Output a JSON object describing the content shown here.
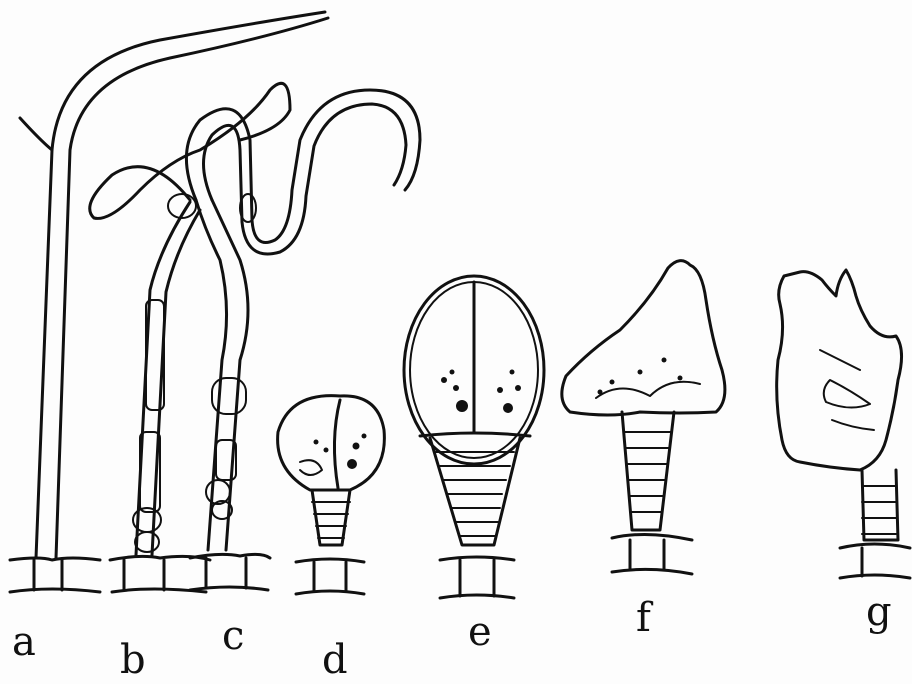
{
  "figure": {
    "stage_labels": {
      "a": "a",
      "b": "b",
      "c": "c",
      "d": "d",
      "e": "e",
      "f": "f",
      "g": "g"
    }
  }
}
